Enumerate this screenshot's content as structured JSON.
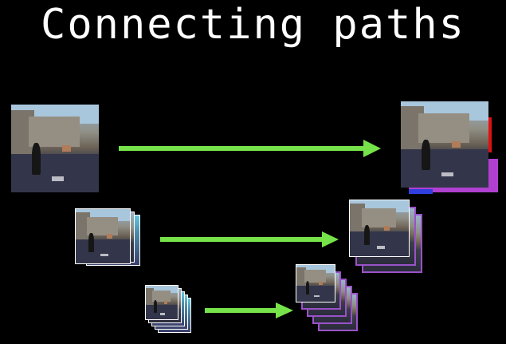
{
  "title": "Connecting paths",
  "colors": {
    "background": "#000000",
    "title": "#ffffff",
    "arrow": "#77e34a",
    "frame_border": "#ffffff",
    "stack_edge": "#9a52c8"
  },
  "rows": [
    {
      "source_frames": 1,
      "target_frames": 1
    },
    {
      "source_frames": 3,
      "target_frames": 3
    },
    {
      "source_frames": 5,
      "target_frames": 5
    }
  ]
}
